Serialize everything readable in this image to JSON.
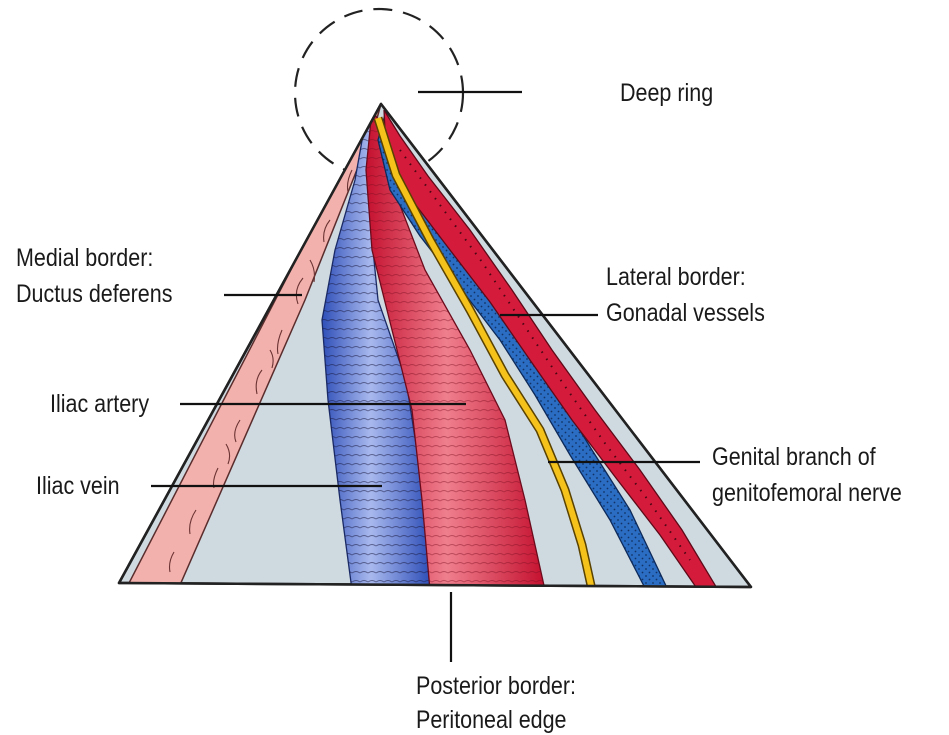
{
  "labels": {
    "deep_ring": "Deep ring",
    "medial_border_title": "Medial border:",
    "medial_border_structure": "Ductus deferens",
    "lateral_border_title": "Lateral border:",
    "lateral_border_structure": "Gonadal vessels",
    "iliac_artery": "Iliac artery",
    "iliac_vein": "Iliac vein",
    "genital_branch_line1": "Genital branch of",
    "genital_branch_line2": "genitofemoral nerve",
    "posterior_border_title": "Posterior border:",
    "posterior_border_structure": "Peritoneal edge"
  },
  "colors": {
    "background": "#ffffff",
    "triangle_fill": "#cfd9e0",
    "ductus_pink": "#f2b1ac",
    "vein_blue": "#3d5ec9",
    "vein_highlight": "#a9b9ee",
    "artery_red": "#d41b3c",
    "artery_highlight": "#ef7f8d",
    "nerve_yellow": "#f4c21a",
    "gonadal_blue": "#2b6dc2",
    "gonadal_red": "#d41b3c",
    "line": "#111111"
  }
}
